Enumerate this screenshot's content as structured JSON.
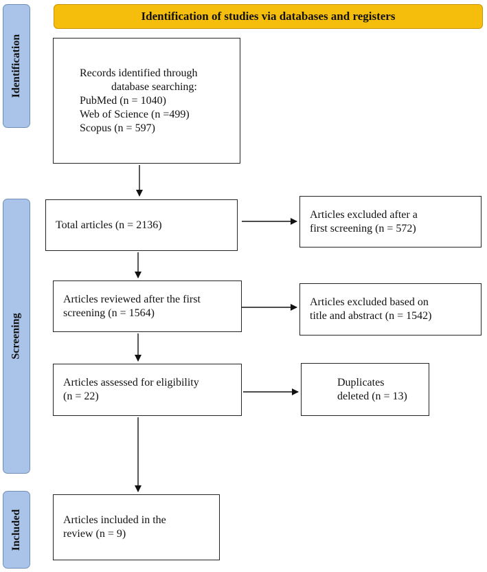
{
  "header": {
    "title": "Identification of studies via databases and registers"
  },
  "phases": {
    "identification": "Identification",
    "screening": "Screening",
    "included": "Included"
  },
  "boxes": {
    "records": {
      "lines": [
        "Records identified through",
        "database searching:",
        "PubMed (n = 1040)",
        "Web of Science (n =499)",
        "Scopus (n = 597)"
      ]
    },
    "total": {
      "lines": [
        "Total articles (n = 2136)"
      ]
    },
    "excluded_first": {
      "lines": [
        "Articles excluded after a",
        "first screening (n = 572)"
      ]
    },
    "reviewed": {
      "lines": [
        "Articles reviewed after the first",
        "screening (n = 1564)"
      ]
    },
    "excluded_title": {
      "lines": [
        "Articles excluded based on",
        "title and abstract (n = 1542)"
      ]
    },
    "assessed": {
      "lines": [
        "Articles assessed for eligibility",
        "(n = 22)"
      ]
    },
    "duplicates": {
      "lines": [
        "Duplicates",
        "deleted (n = 13)"
      ]
    },
    "included": {
      "lines": [
        "Articles included in the",
        "review (n = 9)"
      ]
    }
  }
}
